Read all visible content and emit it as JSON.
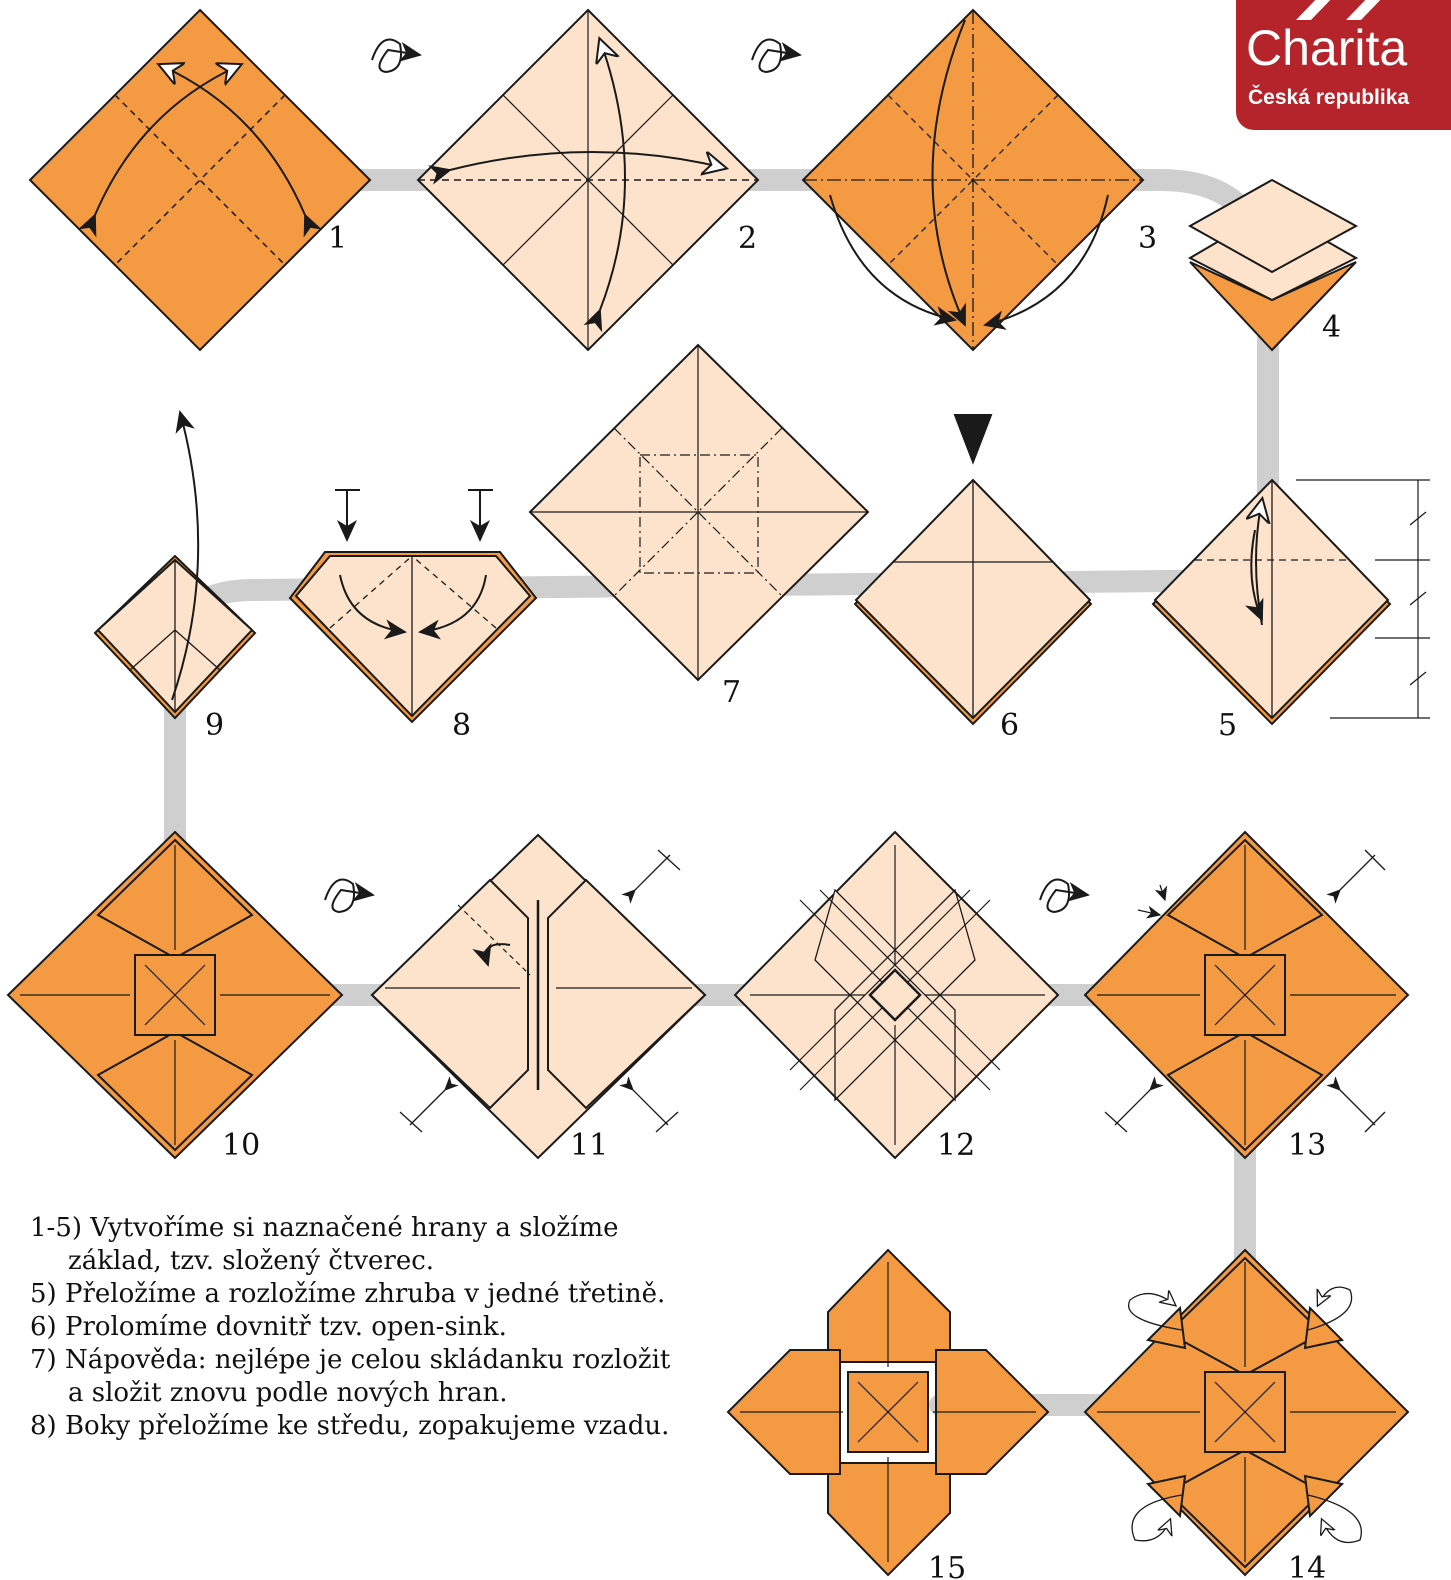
{
  "logo": {
    "name": "Charita",
    "subtitle": "Česká republika",
    "color": "#b5242a"
  },
  "colors": {
    "paper_front": "#f39a42",
    "paper_back": "#fde3cb",
    "path": "#cfcfcf",
    "line": "#1a1a1a"
  },
  "steps": [
    {
      "number": "1"
    },
    {
      "number": "2"
    },
    {
      "number": "3"
    },
    {
      "number": "4"
    },
    {
      "number": "5"
    },
    {
      "number": "6"
    },
    {
      "number": "7"
    },
    {
      "number": "8"
    },
    {
      "number": "9"
    },
    {
      "number": "10"
    },
    {
      "number": "11"
    },
    {
      "number": "12"
    },
    {
      "number": "13"
    },
    {
      "number": "14"
    },
    {
      "number": "15"
    }
  ],
  "instructions": [
    "1-5) Vytvoříme si naznačené hrany a složíme základ, tzv. složený čtverec.",
    "5) Přeložíme a rozložíme zhruba v jedné třetině.",
    "6) Prolomíme dovnitř tzv. open-sink.",
    "7) Nápověda: nejlépe je celou skládanku rozložit a složit znovu podle nových hran.",
    "8) Boky přeložíme ke středu, zopakujeme vzadu."
  ],
  "icons": [
    "turn-over-icon",
    "valley-fold-arrow-icon",
    "sink-arrow-icon",
    "logo-mark-icon"
  ]
}
